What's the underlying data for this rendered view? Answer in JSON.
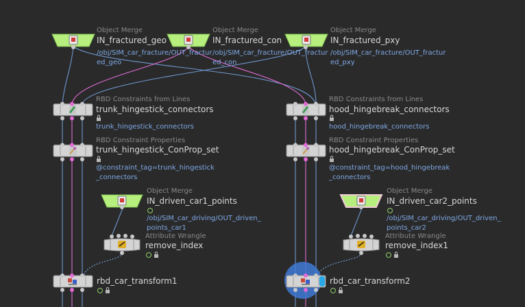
{
  "colors": {
    "background": "#2a2a2a",
    "merge_node_fill": "#b6ef7e",
    "rbd_node_fill": "#d4d4d4",
    "wire_blue": "#6f98cf",
    "wire_pink": "#e06bd5",
    "wire_gray": "#a8a8a8",
    "selected_highlight": "#3f7ad6",
    "type_label": "#8a8a8a",
    "name_label": "#d8d8d8",
    "param_label": "#7fa9e6"
  },
  "nodes": {
    "in_fractured_geo": {
      "type": "Object Merge",
      "name": "IN_fractured_geo",
      "param_line1": "/obj/SIM_car_fracture/OUT_fractur",
      "param_line2": "ed_geo",
      "icon": "object-merge-icon"
    },
    "in_fractured_con": {
      "type": "Object Merge",
      "name": "IN_fractured_con",
      "param_line1": "/obj/SIM_car_fracture/OUT_fractur",
      "param_line2": "ed_con",
      "icon": "object-merge-icon"
    },
    "in_fractured_pxy": {
      "type": "Object Merge",
      "name": "IN_fractured_pxy",
      "param_line1": "/obj/SIM_car_fracture/OUT_fractur",
      "param_line2": "ed_pxy",
      "icon": "object-merge-icon"
    },
    "trunk_hingestick_connectors": {
      "type": "RBD Constraints from Lines",
      "name": "trunk_hingestick_connectors",
      "param_line1": "trunk_hingestick_connectors",
      "icon": "constraints-lines-icon"
    },
    "hood_hingebreak_connectors": {
      "type": "RBD Constraints from Lines",
      "name": "hood_hingebreak_connectors",
      "param_line1": "hood_hingebreak_connectors",
      "icon": "constraints-lines-icon"
    },
    "trunk_hingestick_conprop_set": {
      "type": "RBD Constraint Properties",
      "name": "trunk_hingestick_ConProp_set",
      "param_line1": "@constraint_tag=trunk_hingestick",
      "param_line2": "_connectors",
      "icon": "constraint-properties-icon"
    },
    "hood_hingebreak_conprop_set": {
      "type": "RBD Constraint Properties",
      "name": "hood_hingebreak_ConProp_set",
      "param_line1": "@constraint_tag=hood_hingebreak",
      "param_line2": "_connectors",
      "icon": "constraint-properties-icon"
    },
    "in_driven_car1_points": {
      "type": "Object Merge",
      "name": "IN_driven_car1_points",
      "param_line1": "/obj/SIM_car_driving/OUT_driven_",
      "param_line2": "points_car1",
      "icon": "object-merge-icon"
    },
    "in_driven_car2_points": {
      "type": "Object Merge",
      "name": "IN_driven_car2_points",
      "param_line1": "/obj/SIM_car_driving/OUT_driven_",
      "param_line2": "points_car2",
      "icon": "object-merge-icon"
    },
    "remove_index": {
      "type": "Attribute Wrangle",
      "name": "remove_index",
      "icon": "attribute-wrangle-icon"
    },
    "remove_index1": {
      "type": "Attribute Wrangle",
      "name": "remove_index1",
      "icon": "attribute-wrangle-icon"
    },
    "rbd_car_transform1": {
      "name": "rbd_car_transform1",
      "icon": "rbd-transform-icon"
    },
    "rbd_car_transform2": {
      "name": "rbd_car_transform2",
      "icon": "rbd-transform-icon",
      "selected": true
    }
  }
}
